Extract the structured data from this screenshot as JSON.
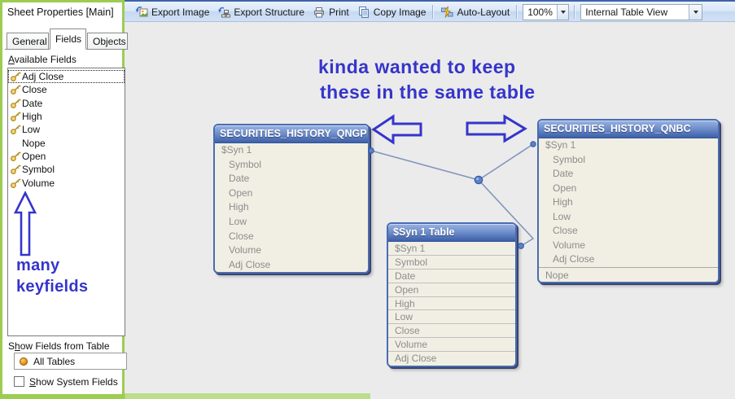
{
  "window": {
    "title": "Sheet Properties [Main]"
  },
  "tabs": [
    {
      "label": "General"
    },
    {
      "label": "Fields"
    },
    {
      "label": "Objects"
    }
  ],
  "fields_panel": {
    "available_label_u": "A",
    "available_label_rest": "vailable Fields",
    "available_fields": [
      {
        "label": "Adj Close",
        "cls": "selected"
      },
      {
        "label": "Close"
      },
      {
        "label": "Date"
      },
      {
        "label": "High"
      },
      {
        "label": "Low"
      },
      {
        "label": "Nope",
        "cls": "nokey"
      },
      {
        "label": "Open"
      },
      {
        "label": "Symbol"
      },
      {
        "label": "Volume"
      }
    ],
    "show_fields_pre": "S",
    "show_fields_u": "h",
    "show_fields_rest": "ow Fields from Table",
    "table_filter_value": "All Tables",
    "system_fields_u": "S",
    "system_fields_rest": "how System Fields",
    "system_fields_checked": false
  },
  "toolbar": {
    "export_image": "Export Image",
    "export_structure": "Export Structure",
    "print": "Print",
    "copy_image": "Copy Image",
    "auto_layout": "Auto-Layout",
    "zoom_value": "100%",
    "view_mode": "Internal Table View"
  },
  "annotations": {
    "note_line1": "kinda wanted to keep",
    "note_line2": "these in the same table",
    "keyfields_line1": "many",
    "keyfields_line2": "keyfields",
    "annotation_color": "#3535cb"
  },
  "canvas": {
    "tables": [
      {
        "name": "SECURITIES_HISTORY_QNGP",
        "fields": [
          {
            "label": "$Syn 1"
          },
          {
            "label": "Symbol",
            "cls": "ind"
          },
          {
            "label": "Date",
            "cls": "ind"
          },
          {
            "label": "Open",
            "cls": "ind"
          },
          {
            "label": "High",
            "cls": "ind"
          },
          {
            "label": "Low",
            "cls": "ind"
          },
          {
            "label": "Close",
            "cls": "ind"
          },
          {
            "label": "Volume",
            "cls": "ind"
          },
          {
            "label": "Adj Close",
            "cls": "ind"
          }
        ]
      },
      {
        "name": "SECURITIES_HISTORY_QNBC",
        "fields": [
          {
            "label": "$Syn 1"
          },
          {
            "label": "Symbol",
            "cls": "ind"
          },
          {
            "label": "Date",
            "cls": "ind"
          },
          {
            "label": "Open",
            "cls": "ind"
          },
          {
            "label": "High",
            "cls": "ind"
          },
          {
            "label": "Low",
            "cls": "ind"
          },
          {
            "label": "Close",
            "cls": "ind"
          },
          {
            "label": "Volume",
            "cls": "ind"
          },
          {
            "label": "Adj Close",
            "cls": "ind"
          },
          {
            "label": "Nope",
            "cls": "sep"
          }
        ]
      },
      {
        "name": "$Syn 1 Table",
        "fields": [
          {
            "label": "$Syn 1"
          },
          {
            "label": "Symbol"
          },
          {
            "label": "Date"
          },
          {
            "label": "Open"
          },
          {
            "label": "High"
          },
          {
            "label": "Low"
          },
          {
            "label": "Close"
          },
          {
            "label": "Volume"
          },
          {
            "label": "Adj Close"
          }
        ]
      }
    ]
  },
  "colors": {
    "annotation_blue": "#3535cb",
    "green_frame": "#9ccc52",
    "canvas_bg": "#ebebeb",
    "table_border": "#4a6cb0",
    "table_header_top": "#9ab2e2",
    "table_header_bottom": "#3c5fa8",
    "table_body": "#f1efe4",
    "connector": "#8295bd",
    "toolbar_top_line": "#3e63a8"
  }
}
